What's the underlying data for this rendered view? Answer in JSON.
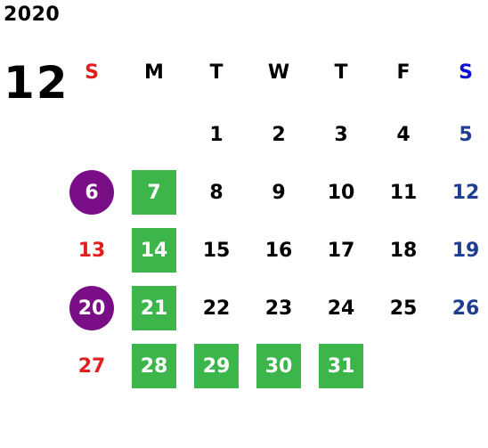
{
  "calendar": {
    "year": "2020",
    "month": "12",
    "weekday_headers": [
      {
        "label": "S",
        "color": "#e11f1f"
      },
      {
        "label": "M",
        "color": "#000000"
      },
      {
        "label": "T",
        "color": "#000000"
      },
      {
        "label": "W",
        "color": "#000000"
      },
      {
        "label": "T",
        "color": "#000000"
      },
      {
        "label": "F",
        "color": "#000000"
      },
      {
        "label": "S",
        "color": "#0d11d6"
      }
    ],
    "weeks": [
      [
        {
          "day": "",
          "style": "empty"
        },
        {
          "day": "",
          "style": "empty"
        },
        {
          "day": "1",
          "style": "normal"
        },
        {
          "day": "2",
          "style": "normal"
        },
        {
          "day": "3",
          "style": "normal"
        },
        {
          "day": "4",
          "style": "normal"
        },
        {
          "day": "5",
          "style": "saturday"
        }
      ],
      [
        {
          "day": "6",
          "style": "purple-circle"
        },
        {
          "day": "7",
          "style": "green-box"
        },
        {
          "day": "8",
          "style": "normal"
        },
        {
          "day": "9",
          "style": "normal"
        },
        {
          "day": "10",
          "style": "normal"
        },
        {
          "day": "11",
          "style": "normal"
        },
        {
          "day": "12",
          "style": "saturday"
        }
      ],
      [
        {
          "day": "13",
          "style": "sunday"
        },
        {
          "day": "14",
          "style": "green-box"
        },
        {
          "day": "15",
          "style": "normal"
        },
        {
          "day": "16",
          "style": "normal"
        },
        {
          "day": "17",
          "style": "normal"
        },
        {
          "day": "18",
          "style": "normal"
        },
        {
          "day": "19",
          "style": "saturday"
        }
      ],
      [
        {
          "day": "20",
          "style": "purple-circle"
        },
        {
          "day": "21",
          "style": "green-box"
        },
        {
          "day": "22",
          "style": "normal"
        },
        {
          "day": "23",
          "style": "normal"
        },
        {
          "day": "24",
          "style": "normal"
        },
        {
          "day": "25",
          "style": "normal"
        },
        {
          "day": "26",
          "style": "saturday"
        }
      ],
      [
        {
          "day": "27",
          "style": "sunday"
        },
        {
          "day": "28",
          "style": "green-box"
        },
        {
          "day": "29",
          "style": "green-box"
        },
        {
          "day": "30",
          "style": "green-box"
        },
        {
          "day": "31",
          "style": "green-box"
        },
        {
          "day": "",
          "style": "empty"
        },
        {
          "day": "",
          "style": "empty"
        }
      ]
    ],
    "colors": {
      "green_box": "#3cb54a",
      "purple_circle": "#7a0e86",
      "sunday_text": "#e11f1f",
      "saturday_text": "#1f3d91"
    }
  }
}
